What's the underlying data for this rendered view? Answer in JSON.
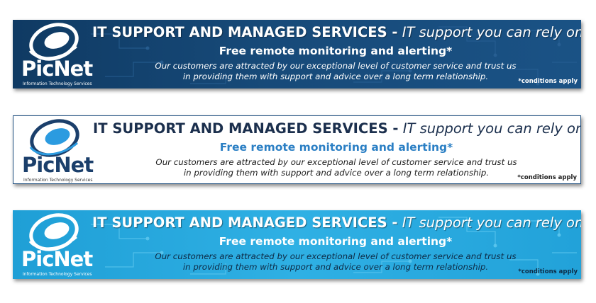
{
  "colors": {
    "dark_banner": "#174a79",
    "light_banner": "#ffffff",
    "cyan_banner": "#2fb0e4",
    "accent_blue": "#2b7fc4"
  },
  "banner_dark": {
    "logo_name": "PicNet",
    "logo_sub": "Information Technology Services",
    "title_main": "IT SUPPORT AND MANAGED SERVICES -",
    "title_tagline": "IT support you can rely on.",
    "subtitle": "Free remote monitoring and alerting*",
    "desc_line1": "Our customers are attracted by our exceptional level of customer service and trust us",
    "desc_line2": "in providing them with support and advice over a long term relationship.",
    "conditions": "*conditions apply"
  },
  "banner_light": {
    "logo_name": "PicNet",
    "logo_sub": "Information Technology Services",
    "title_main": "IT SUPPORT AND MANAGED SERVICES -",
    "title_tagline": "IT support you can rely on.",
    "subtitle": "Free remote monitoring and alerting*",
    "desc_line1": "Our customers are attracted by our exceptional level of customer service and trust us",
    "desc_line2": "in providing them with support and advice over a long term relationship.",
    "conditions": "*conditions apply"
  },
  "banner_cyan": {
    "logo_name": "PicNet",
    "logo_sub": "Information Technology Services",
    "title_main": "IT SUPPORT AND MANAGED SERVICES -",
    "title_tagline": "IT support you can rely on.",
    "subtitle": "Free remote monitoring and alerting*",
    "desc_line1": "Our customers are attracted by our exceptional level of customer service and trust us",
    "desc_line2": "in providing them with support and advice over a long term relationship.",
    "conditions": "*conditions apply"
  }
}
